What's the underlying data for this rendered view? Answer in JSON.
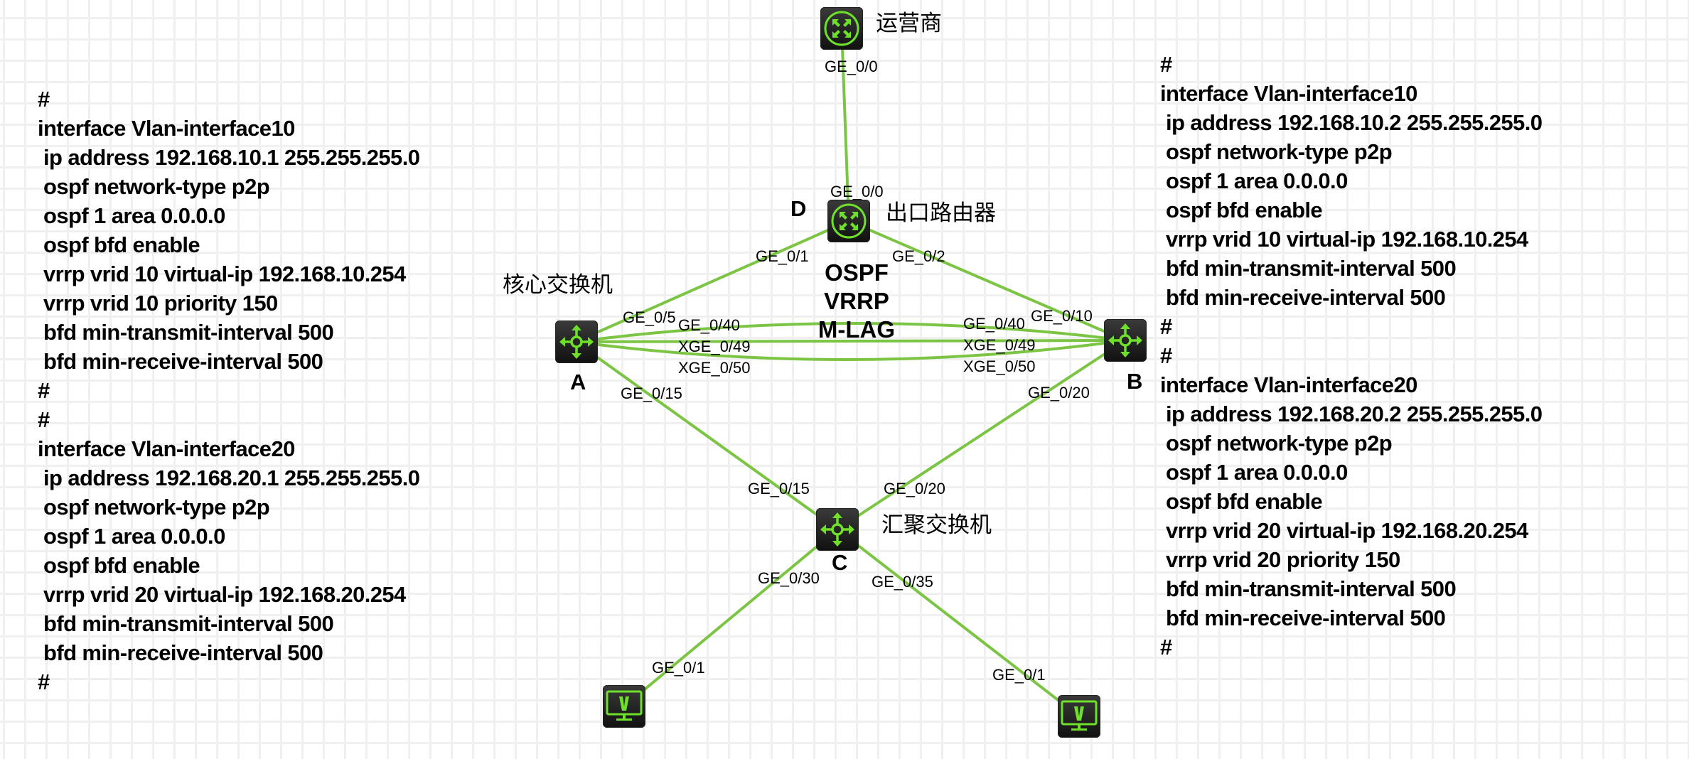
{
  "diagram": {
    "link_color": "#7cc544",
    "icon_color": "#6fe02a",
    "nodes": [
      {
        "id": "carrier",
        "type": "router",
        "letter": "",
        "label": "运营商"
      },
      {
        "id": "D",
        "type": "router",
        "letter": "D",
        "label": "出口路由器"
      },
      {
        "id": "A",
        "type": "switch",
        "letter": "A",
        "label": "核心交换机"
      },
      {
        "id": "B",
        "type": "switch",
        "letter": "B",
        "label": ""
      },
      {
        "id": "C",
        "type": "switch",
        "letter": "C",
        "label": "汇聚交换机"
      },
      {
        "id": "pc1",
        "type": "pc",
        "letter": "",
        "label": ""
      },
      {
        "id": "pc2",
        "type": "pc",
        "letter": "",
        "label": ""
      }
    ],
    "links": [
      {
        "from": "carrier",
        "to": "D",
        "from_port": "GE_0/0",
        "to_port": "GE_0/0"
      },
      {
        "from": "D",
        "to": "A",
        "from_port": "GE_0/1",
        "to_port": "GE_0/5"
      },
      {
        "from": "D",
        "to": "B",
        "from_port": "GE_0/2",
        "to_port": "GE_0/10"
      },
      {
        "from": "A",
        "to": "B",
        "from_port": "GE_0/40",
        "to_port": "GE_0/40"
      },
      {
        "from": "A",
        "to": "B",
        "from_port": "XGE_0/49",
        "to_port": "XGE_0/49"
      },
      {
        "from": "A",
        "to": "B",
        "from_port": "XGE_0/50",
        "to_port": "XGE_0/50"
      },
      {
        "from": "A",
        "to": "C",
        "from_port": "GE_0/15",
        "to_port": "GE_0/15"
      },
      {
        "from": "B",
        "to": "C",
        "from_port": "GE_0/20",
        "to_port": "GE_0/20"
      },
      {
        "from": "C",
        "to": "pc1",
        "from_port": "GE_0/30",
        "to_port": "GE_0/1"
      },
      {
        "from": "C",
        "to": "pc2",
        "from_port": "GE_0/35",
        "to_port": "GE_0/1"
      }
    ],
    "protocols": [
      "OSPF",
      "VRRP",
      "M-LAG"
    ]
  },
  "config_left": [
    "#",
    "interface Vlan-interface10",
    " ip address 192.168.10.1 255.255.255.0",
    " ospf network-type p2p",
    " ospf 1 area 0.0.0.0",
    " ospf bfd enable",
    " vrrp vrid 10 virtual-ip 192.168.10.254",
    " vrrp vrid 10 priority 150",
    " bfd min-transmit-interval 500",
    " bfd min-receive-interval 500",
    "#",
    "#",
    "interface Vlan-interface20",
    " ip address 192.168.20.1 255.255.255.0",
    " ospf network-type p2p",
    " ospf 1 area 0.0.0.0",
    " ospf bfd enable",
    " vrrp vrid 20 virtual-ip 192.168.20.254",
    " bfd min-transmit-interval 500",
    " bfd min-receive-interval 500",
    "#"
  ],
  "config_right": [
    "#",
    "interface Vlan-interface10",
    " ip address 192.168.10.2 255.255.255.0",
    " ospf network-type p2p",
    " ospf 1 area 0.0.0.0",
    " ospf bfd enable",
    " vrrp vrid 10 virtual-ip 192.168.10.254",
    " bfd min-transmit-interval 500",
    " bfd min-receive-interval 500",
    "#",
    "#",
    "interface Vlan-interface20",
    " ip address 192.168.20.2 255.255.255.0",
    " ospf network-type p2p",
    " ospf 1 area 0.0.0.0",
    " ospf bfd enable",
    " vrrp vrid 20 virtual-ip 192.168.20.254",
    " vrrp vrid 20 priority 150",
    " bfd min-transmit-interval 500",
    " bfd min-receive-interval 500",
    "#"
  ]
}
